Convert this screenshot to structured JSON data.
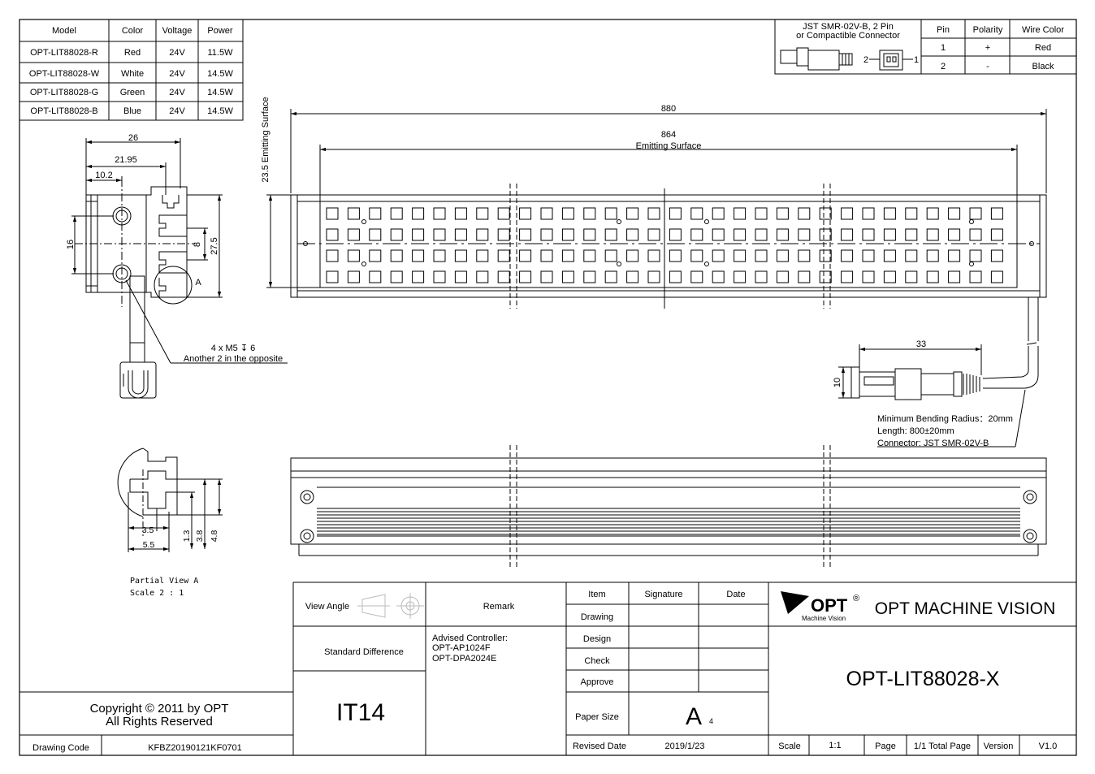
{
  "model_table": {
    "headers": [
      "Model",
      "Color",
      "Voltage",
      "Power"
    ],
    "rows": [
      [
        "OPT-LIT88028-R",
        "Red",
        "24V",
        "11.5W"
      ],
      [
        "OPT-LIT88028-W",
        "White",
        "24V",
        "14.5W"
      ],
      [
        "OPT-LIT88028-G",
        "Green",
        "24V",
        "14.5W"
      ],
      [
        "OPT-LIT88028-B",
        "Blue",
        "24V",
        "14.5W"
      ]
    ]
  },
  "connector_table": {
    "title_line1": "JST SMR-02V-B, 2 Pin",
    "title_line2": "or Compactible Connector",
    "pin_label_left": "2",
    "pin_label_right": "1",
    "headers": [
      "Pin",
      "Polarity",
      "Wire Color"
    ],
    "rows": [
      [
        "1",
        "+",
        "Red"
      ],
      [
        "2",
        "-",
        "Black"
      ]
    ]
  },
  "front_view": {
    "dim_total": "880",
    "dim_emitting": "864",
    "dim_emitting_label": "Emitting Surface",
    "dim_height_label": "23.5 Emitting Surface"
  },
  "side_view": {
    "dim_26": "26",
    "dim_2195": "21.95",
    "dim_102": "10.2",
    "dim_16": "16",
    "dim_8": "8",
    "dim_275": "27.5",
    "label_a": "A",
    "screw_note_line1": "4 x M5 ↧ 6",
    "screw_note_line2": "Another 2 in the opposite"
  },
  "partial_view": {
    "dim_35": "3.5",
    "dim_55": "5.5",
    "dim_13": "1.3",
    "dim_38": "3.8",
    "dim_48": "4.8",
    "caption_line1": "Partial View A",
    "caption_line2": "Scale 2 : 1"
  },
  "cable": {
    "dim_33": "33",
    "dim_10": "10",
    "note_line1": "Minimum Bending Radius：20mm",
    "note_line2": "Length: 800±20mm",
    "note_line3": "Connector: JST SMR-02V-B"
  },
  "title_block": {
    "copyright_line1": "Copyright © 2011 by OPT",
    "copyright_line2": "All Rights Reserved",
    "drawing_code_label": "Drawing Code",
    "drawing_code": "KFBZ20190121KF0701",
    "view_angle": "View Angle",
    "remark": "Remark",
    "standard_difference": "Standard Difference",
    "tolerance": "IT14",
    "advised_line1": "Advised Controller:",
    "advised_line2": "OPT-AP1024F",
    "advised_line3": "OPT-DPA2024E",
    "item": "Item",
    "signature": "Signature",
    "date": "Date",
    "drawing": "Drawing",
    "design": "Design",
    "check": "Check",
    "approve": "Approve",
    "paper_size_label": "Paper Size",
    "paper_size_letter": "A",
    "paper_size_sub": "4",
    "revised_date_label": "Revised Date",
    "revised_date": "2019/1/23",
    "logo_text": "OPT",
    "logo_reg": "®",
    "logo_sub": "Machine Vision",
    "company": "OPT MACHINE VISION",
    "part_number": "OPT-LIT88028-X",
    "scale_label": "Scale",
    "scale": "1:1",
    "page_label": "Page",
    "page_value": "1/1 Total Page",
    "version_label": "Version",
    "version": "V1.0"
  }
}
